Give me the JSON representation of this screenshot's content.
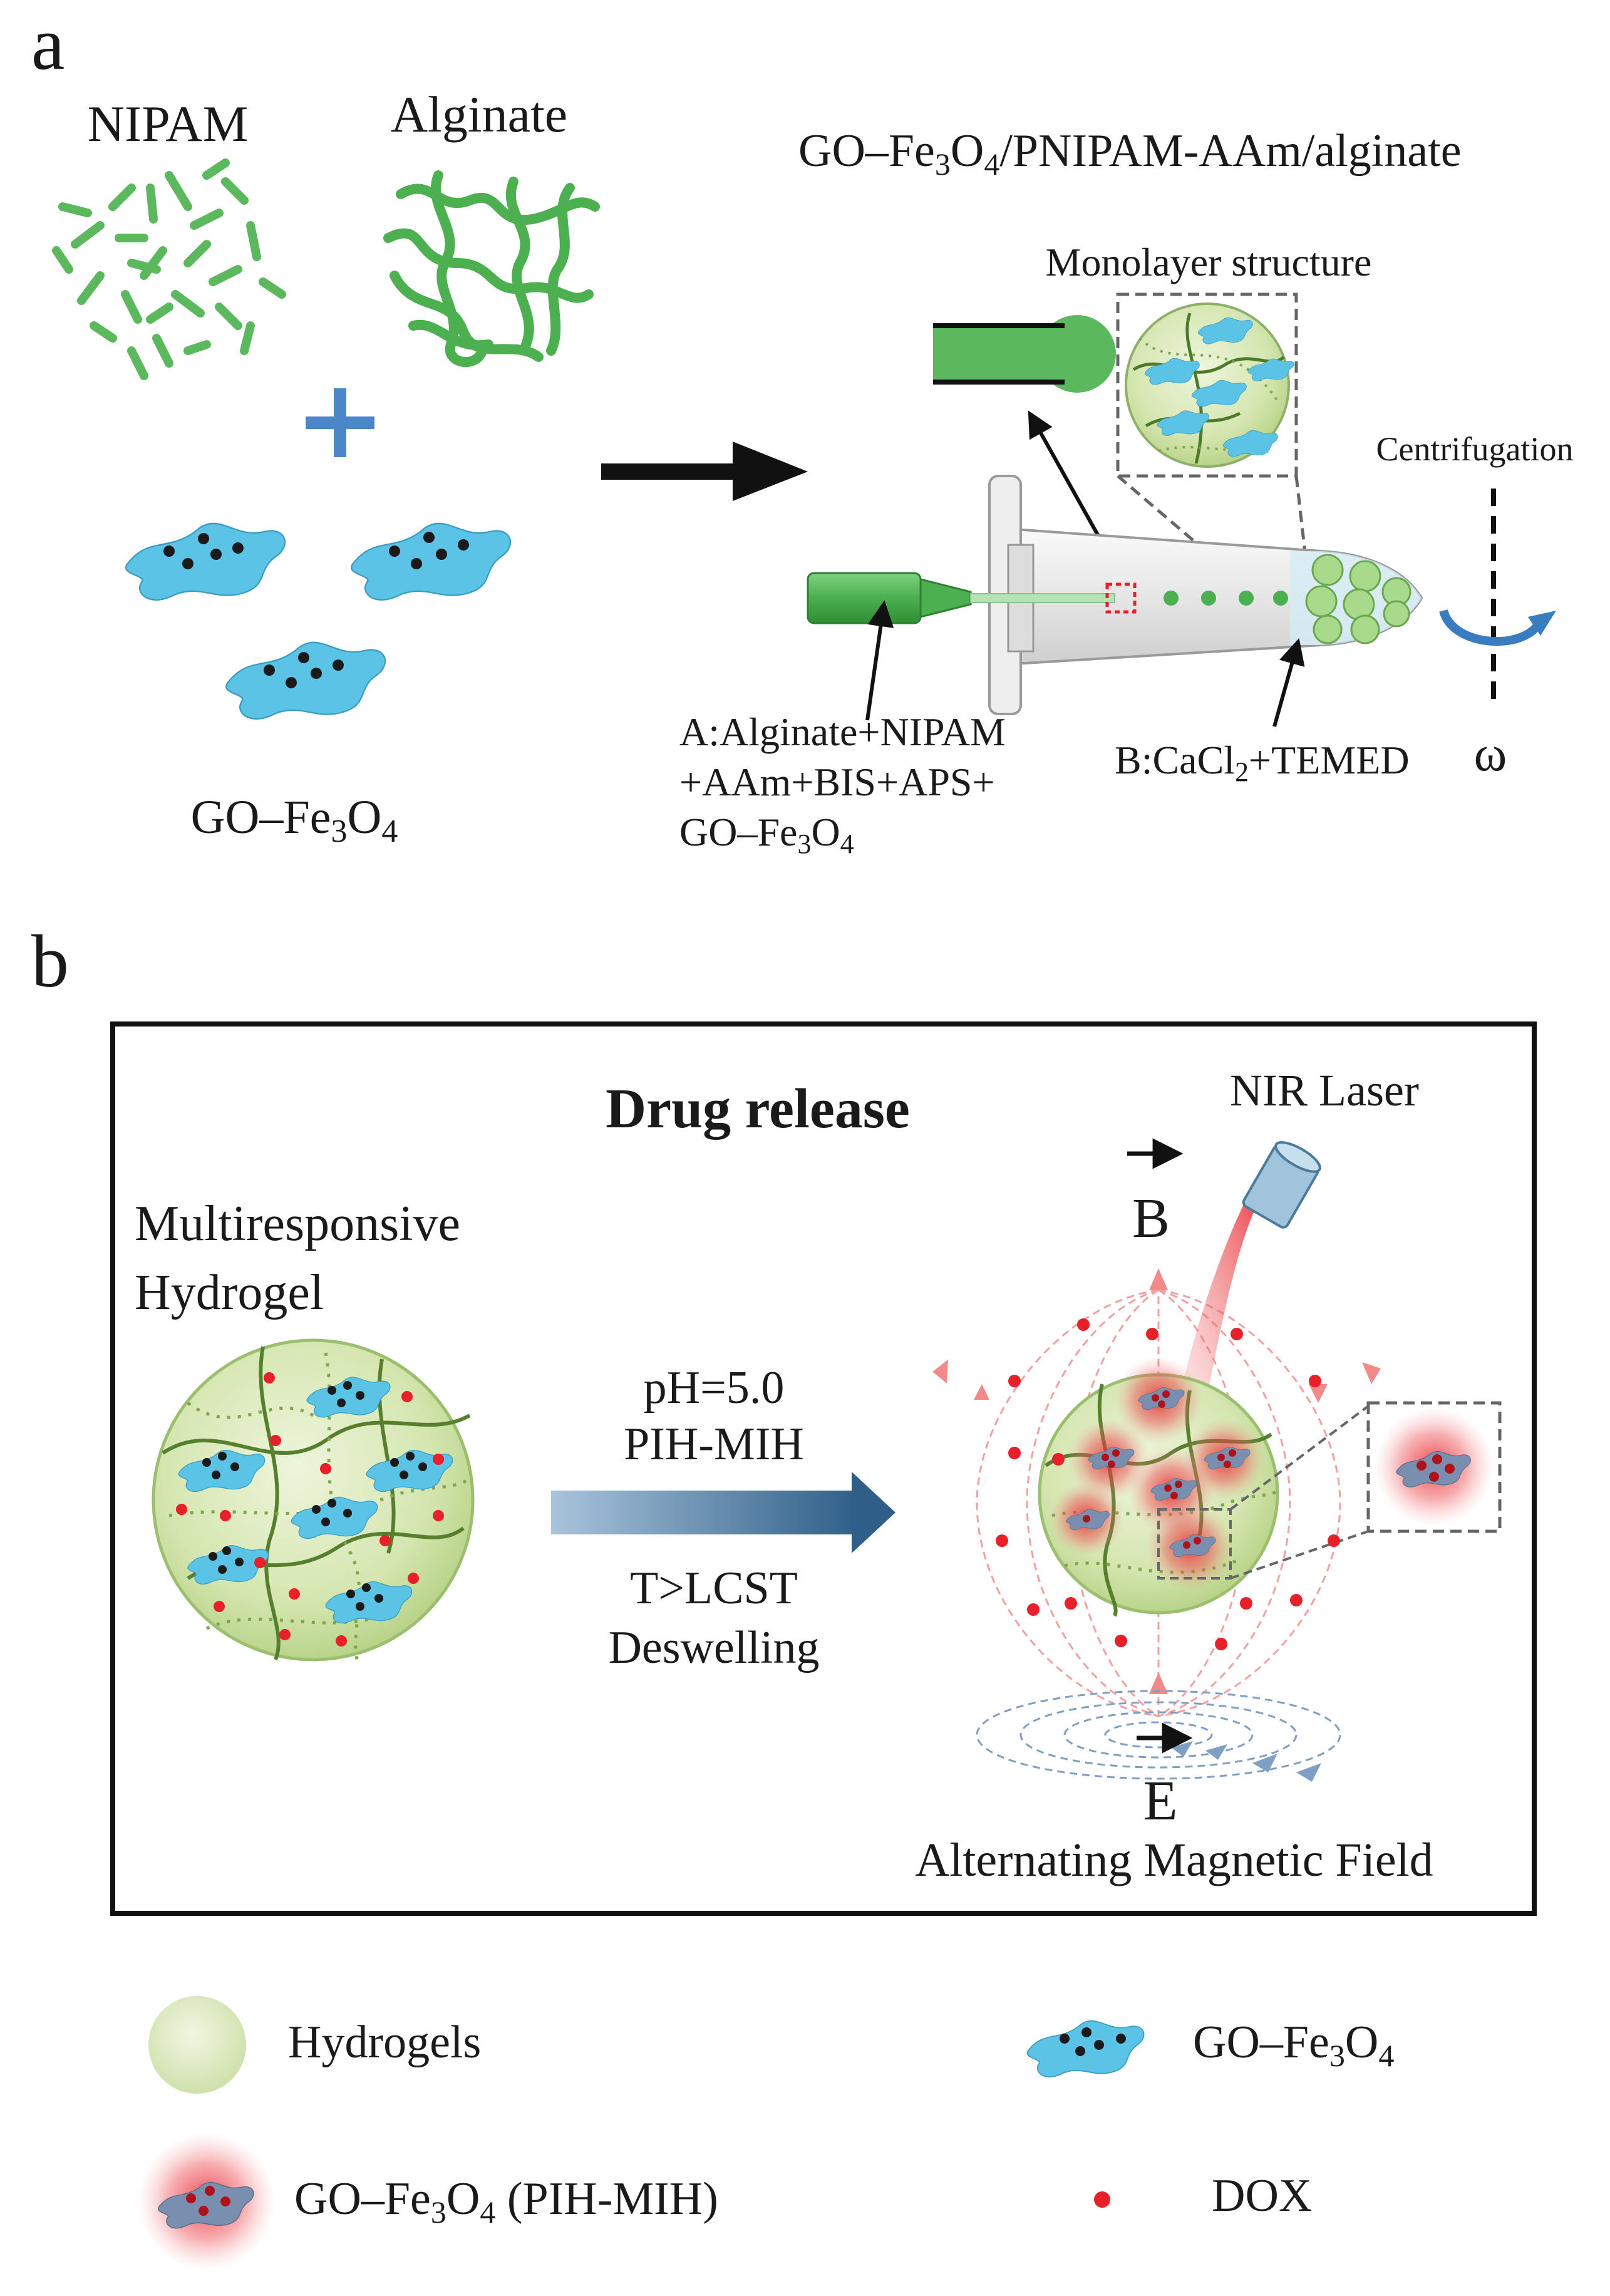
{
  "panel_a": {
    "letter": "a",
    "nipam": "NIPAM",
    "alginate": "Alginate",
    "go_fe3o4": {
      "a": "GO–Fe",
      "b": "3",
      "c": "O",
      "d": "4"
    },
    "composite": {
      "a": "GO–Fe",
      "b": "3",
      "c": "O",
      "d": "4",
      "e": "/PNIPAM-AAm/alginate"
    },
    "monolayer": "Monolayer structure",
    "centrifugation": "Centrifugation",
    "omega": "ω",
    "solution_a_line1": "A:Alginate+NIPAM",
    "solution_a_line2": "+AAm+BIS+APS+",
    "solution_a_line3": {
      "a": "GO–Fe",
      "b": "3",
      "c": "O",
      "d": "4"
    },
    "solution_b": {
      "a": "B:CaCl",
      "b": "2",
      "c": "+TEMED"
    }
  },
  "panel_b": {
    "letter": "b",
    "title": "Drug release",
    "nir": "NIR Laser",
    "multiresponsive_line1": "Multiresponsive",
    "multiresponsive_line2": "Hydrogel",
    "ph": "pH=5.0",
    "pih": "PIH-MIH",
    "lcst": "T>LCST",
    "deswelling": "Deswelling",
    "b_field": "B",
    "e_field": "E",
    "amf": "Alternating Magnetic Field"
  },
  "legend": {
    "hydrogels": "Hydrogels",
    "go_fe3o4": {
      "a": "GO–Fe",
      "b": "3",
      "c": "O",
      "d": "4"
    },
    "go_pih": {
      "a": "GO–Fe",
      "b": "3",
      "c": "O",
      "d": "4",
      "e": " (PIH-MIH)"
    },
    "dox": "DOX"
  },
  "colors": {
    "green": "#5cb85c",
    "dark_green": "#3f9a3f",
    "blue_sheet": "#5bc4e6",
    "hydrogel": "#c9dea0",
    "dox_red": "#e8202a",
    "arrow_blue": "#2f5f88",
    "field_red": "#f08a8a",
    "field_blue": "#6d8fb8"
  }
}
